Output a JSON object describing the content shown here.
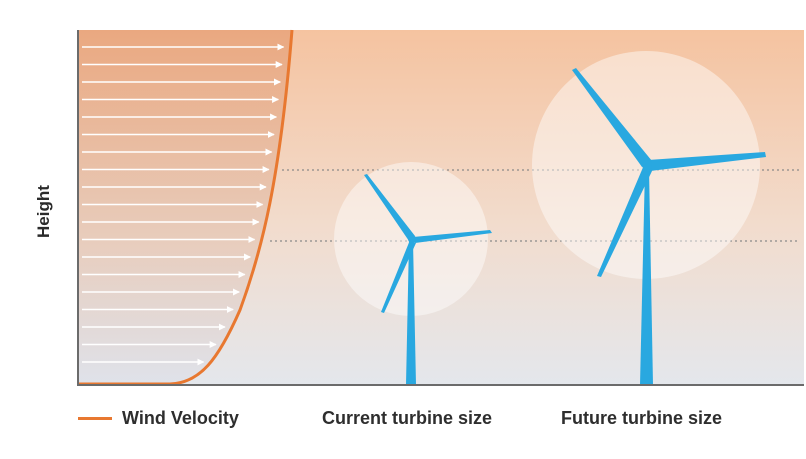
{
  "axis": {
    "ylabel": "Height"
  },
  "legend": {
    "wind_velocity": "Wind Velocity",
    "current_turbine": "Current turbine size",
    "future_turbine": "Future turbine size"
  },
  "colors": {
    "wind_curve": "#e87830",
    "turbine": "#29a8e0",
    "background_top": "#f5c3a0",
    "background_bottom": "#e4e7ec"
  },
  "icons": [
    "wind-turbine-icon",
    "arrow-right-icon"
  ]
}
